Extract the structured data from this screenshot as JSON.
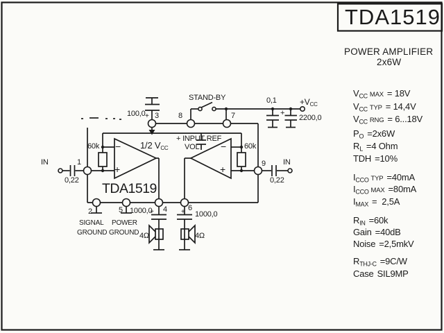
{
  "title_block": {
    "part_number": "TDA1519",
    "subtitle_line1": "POWER AMPLIFIER",
    "subtitle_line2": "2x6W"
  },
  "specs": [
    {
      "sym": "V",
      "sub": "CC",
      "qual": "MAX",
      "value": "= 18V"
    },
    {
      "sym": "V",
      "sub": "CC",
      "qual": "TYP",
      "value": "= 14,4V"
    },
    {
      "sym": "V",
      "sub": "CC",
      "qual": "RNG",
      "value": "= 6...18V"
    },
    {
      "sym": "P",
      "sub": "O",
      "qual": "",
      "value": "=2x6W"
    },
    {
      "sym": "R",
      "sub": "L",
      "qual": "",
      "value": "=4 Ohm"
    },
    {
      "sym": "TDH",
      "sub": "",
      "qual": "",
      "value": "=10%"
    },
    {
      "sym": "I",
      "sub": "CCO",
      "qual": "TYP",
      "value": "=40mA"
    },
    {
      "sym": "I",
      "sub": "CCO",
      "qual": "MAX",
      "value": "=80mA"
    },
    {
      "sym": "I",
      "sub": "MAX",
      "qual": "",
      "value": "=  2,5A"
    },
    {
      "sym": "R",
      "sub": "IN",
      "qual": "",
      "value": "=60k"
    },
    {
      "sym": "Gain",
      "sub": "",
      "qual": "",
      "value": "=40dB"
    },
    {
      "sym": "Noise",
      "sub": "",
      "qual": "",
      "value": "=2,5mkV"
    },
    {
      "sym": "R",
      "sub": "THJ-C",
      "qual": "",
      "value": "=9C/W"
    },
    {
      "sym": "Case",
      "sub": "",
      "qual": "",
      "value": "SIL9MP"
    }
  ],
  "schematic": {
    "ic_label": "TDA1519",
    "pins": {
      "p1": "1",
      "p2": "2",
      "p3": "3",
      "p4": "4",
      "p5": "5",
      "p6": "6",
      "p7": "7",
      "p8": "8",
      "p9": "9"
    },
    "labels": {
      "in_left": "IN",
      "in_right": "IN",
      "cap_in_left": "0,22",
      "cap_in_right": "0,22",
      "r_fb_left": "60k",
      "r_fb_right": "60k",
      "cap_svr": "100,0",
      "cap_svr_plus": "+",
      "half_vcc": "1/2 V",
      "half_vcc_sub": "CC",
      "input_ref_line1": "+ INPUT REF",
      "input_ref_line2": "VOLT",
      "standby": "STAND-BY",
      "cap_supply_small": "0,1",
      "cap_supply_big": "2200,0",
      "cap_supply_big_plus": "+",
      "vcc_terminal": "+V",
      "vcc_terminal_sub": "CC",
      "signal_ground_line1": "SIGNAL",
      "signal_ground_line2": "GROUND",
      "power_ground_line1": "POWER",
      "power_ground_line2": "GROUND",
      "cap_out_left": "1000,0",
      "cap_out_left_plus": "+",
      "cap_out_right": "1000,0",
      "cap_out_right_plus": "+",
      "speaker_left": "4Ω",
      "speaker_right": "4Ω",
      "opamp_minus": "−",
      "opamp_plus": "+"
    }
  }
}
